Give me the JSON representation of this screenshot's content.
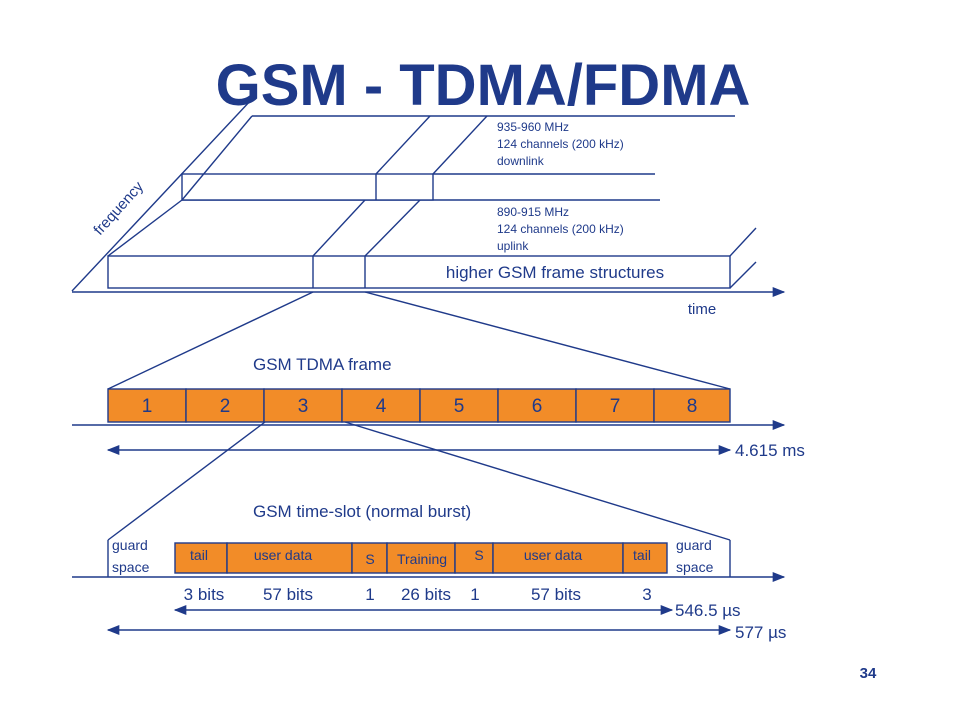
{
  "title": "GSM - TDMA/FDMA",
  "downlink": {
    "freq": "935-960 MHz",
    "channels": "124 channels (200 kHz)",
    "direction": "downlink"
  },
  "uplink": {
    "freq": "890-915 MHz",
    "channels": "124 channels (200 kHz)",
    "direction": "uplink"
  },
  "axis": {
    "frequency": "frequency",
    "time": "time"
  },
  "higher_structures": "higher GSM frame structures",
  "tdma_frame": {
    "label": "GSM TDMA frame",
    "slots": [
      "1",
      "2",
      "3",
      "4",
      "5",
      "6",
      "7",
      "8"
    ],
    "duration": "4.615 ms"
  },
  "timeslot": {
    "label": "GSM time-slot (normal burst)",
    "guard_left": [
      "guard",
      "space"
    ],
    "guard_right": [
      "guard",
      "space"
    ],
    "fields": [
      "tail",
      "user data",
      "S",
      "Training",
      "S",
      "user data",
      "tail"
    ],
    "bits": [
      "3 bits",
      "57 bits",
      "1",
      "26 bits",
      "1",
      "57 bits",
      "3"
    ],
    "burst_duration": "546.5 µs",
    "slot_duration": "577 µs"
  },
  "page_number": "34",
  "colors": {
    "primary": "#1f3a8a",
    "slot_fill": "#f28c28",
    "background": "#ffffff"
  }
}
